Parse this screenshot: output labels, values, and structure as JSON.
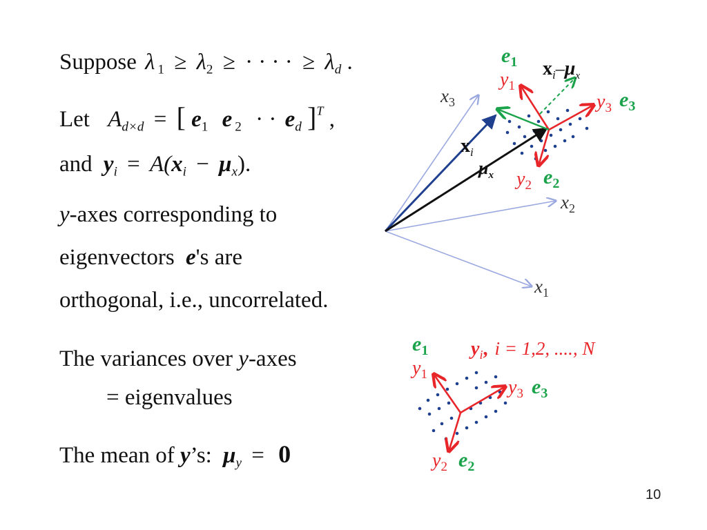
{
  "slide": {
    "page_number": "10",
    "line1": {
      "word": "Suppose",
      "lam": "λ",
      "s1": "1",
      "ge": "≥",
      "s2": "2",
      "dots": "· · · ·",
      "sd": "d",
      "period": "."
    },
    "line2": {
      "word": "Let",
      "A": "A",
      "sub": "d×d",
      "eq": "=",
      "lbr": "[",
      "e": "e",
      "s1": "1",
      "s2": "2",
      "dots": "· ·",
      "sd": "d",
      "rbr": "]",
      "T": "T",
      "comma": ","
    },
    "line3": {
      "word": "and",
      "y": "y",
      "si": "i",
      "eq": "=",
      "A": "A(",
      "x": "x",
      "si2": "i",
      "minus": "−",
      "mu": "μ",
      "sx": "x",
      "close": ")."
    },
    "line4": {
      "y": "y",
      "rest": "-axes corresponding to"
    },
    "line5": {
      "text": "eigenvectors",
      "e": "e",
      "rest": "'s  are"
    },
    "line6": {
      "text": "orthogonal, i.e., uncorrelated."
    },
    "line7": {
      "text": "The variances over",
      "y": "y",
      "rest": "-axes"
    },
    "line8": {
      "eq": "=",
      "text": "eigenvalues"
    },
    "line9": {
      "text": "The mean of",
      "y": "y",
      "rest": "’s:",
      "mu": "μ",
      "sy": "y",
      "eq": "=",
      "zero": "0"
    }
  },
  "figure_top": {
    "e1": "e",
    "e1_sub": "1",
    "y1": "y",
    "y1_sub": "1",
    "xi_mu_x": "x",
    "xi_mu_i": "i",
    "xi_mu_minus": "–",
    "xi_mu_mu": "μ",
    "xi_mu_x_sub": "x",
    "x3": "x",
    "x3_sub": "3",
    "y3": "y",
    "y3_sub": "3",
    "e3": "e",
    "e3_sub": "3",
    "xi": "x",
    "xi_sub": "i",
    "mux": "μ",
    "mux_sub": "x",
    "y2": "y",
    "y2_sub": "2",
    "e2": "e",
    "e2_sub": "2",
    "x2": "x",
    "x2_sub": "2",
    "x1": "x",
    "x1_sub": "1"
  },
  "figure_bottom": {
    "e1": "e",
    "e1_sub": "1",
    "y1": "y",
    "y1_sub": "1",
    "yi": "y",
    "yi_sub": "i",
    "yi_comma": ",",
    "range": "i = 1,2, ...., N",
    "y3": "y",
    "y3_sub": "3",
    "e3": "e",
    "e3_sub": "3",
    "y2": "y",
    "y2_sub": "2",
    "e2": "e",
    "e2_sub": "2"
  },
  "colors": {
    "red": "#e8262a",
    "green": "#1aa34a",
    "navy": "#1f3f8f",
    "lightblue": "#9aa8e0",
    "black": "#111111"
  }
}
